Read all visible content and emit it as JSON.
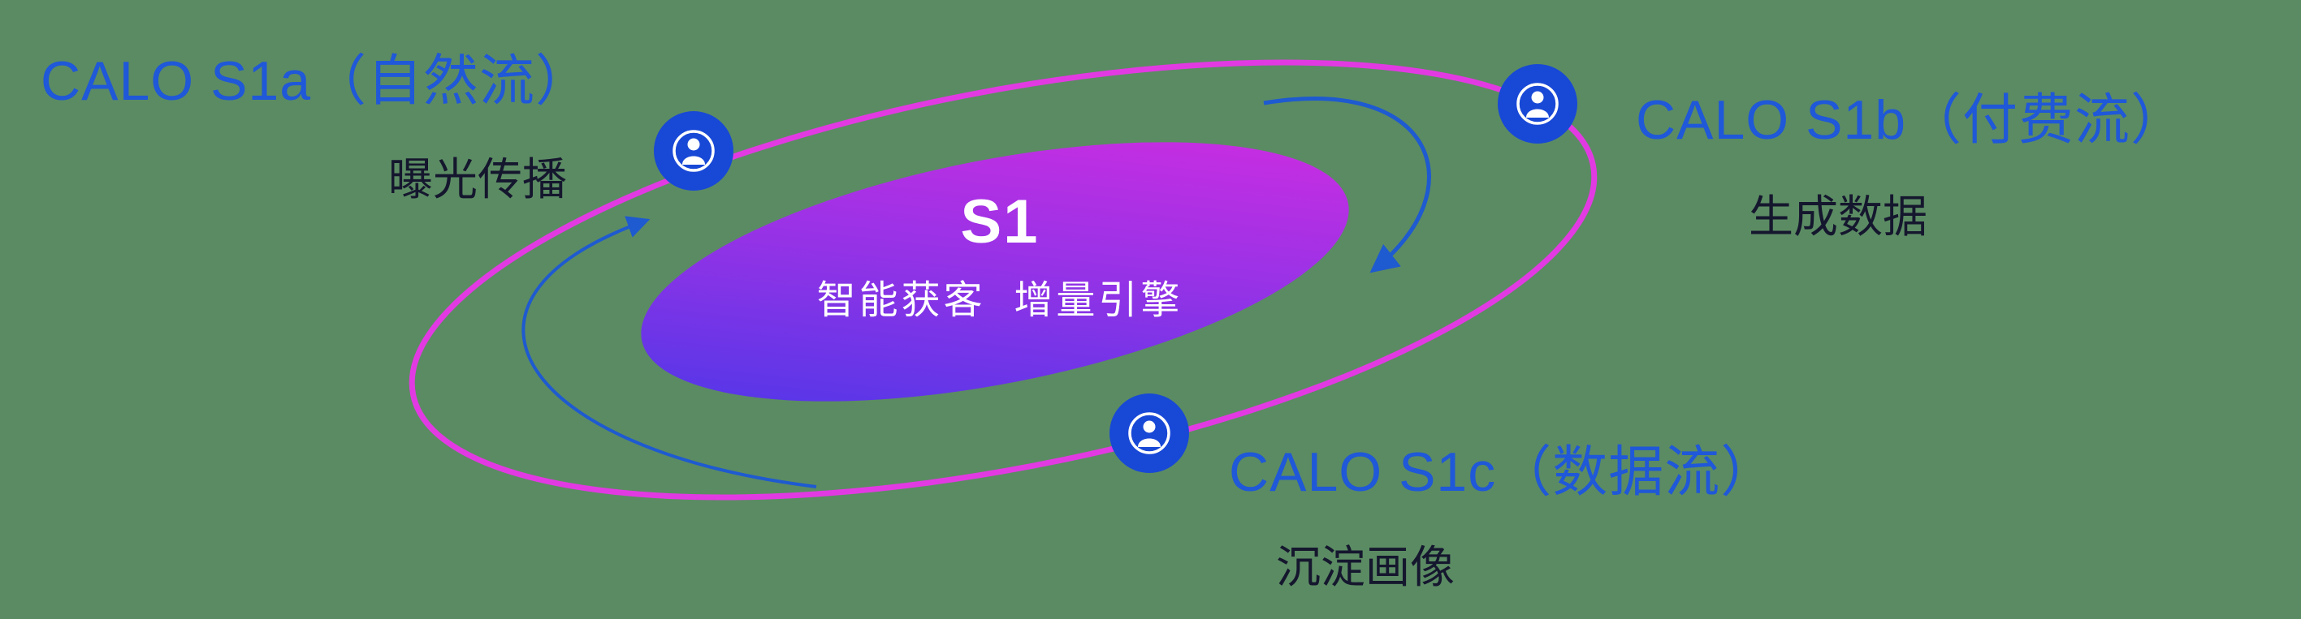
{
  "diagram": {
    "core": {
      "title": "S1",
      "subtitle": "智能获客  增量引擎"
    },
    "nodes": [
      {
        "id": "s1a",
        "label": "CALO S1a（自然流）",
        "sublabel": "曝光传播",
        "icon": "user-icon"
      },
      {
        "id": "s1b",
        "label": "CALO S1b（付费流）",
        "sublabel": "生成数据",
        "icon": "user-icon"
      },
      {
        "id": "s1c",
        "label": "CALO S1c（数据流）",
        "sublabel": "沉淀画像",
        "icon": "user-icon"
      }
    ],
    "colors": {
      "background": "#5b8b63",
      "label_blue": "#1f58d8",
      "sublabel_dark": "#15172e",
      "node_blue": "#1848d6",
      "ring_magenta": "#e23ae2",
      "core_gradient_start": "#4338e8",
      "core_gradient_end": "#d92ce0",
      "arrow_blue": "#1e5ad0",
      "core_text": "#ffffff"
    }
  }
}
